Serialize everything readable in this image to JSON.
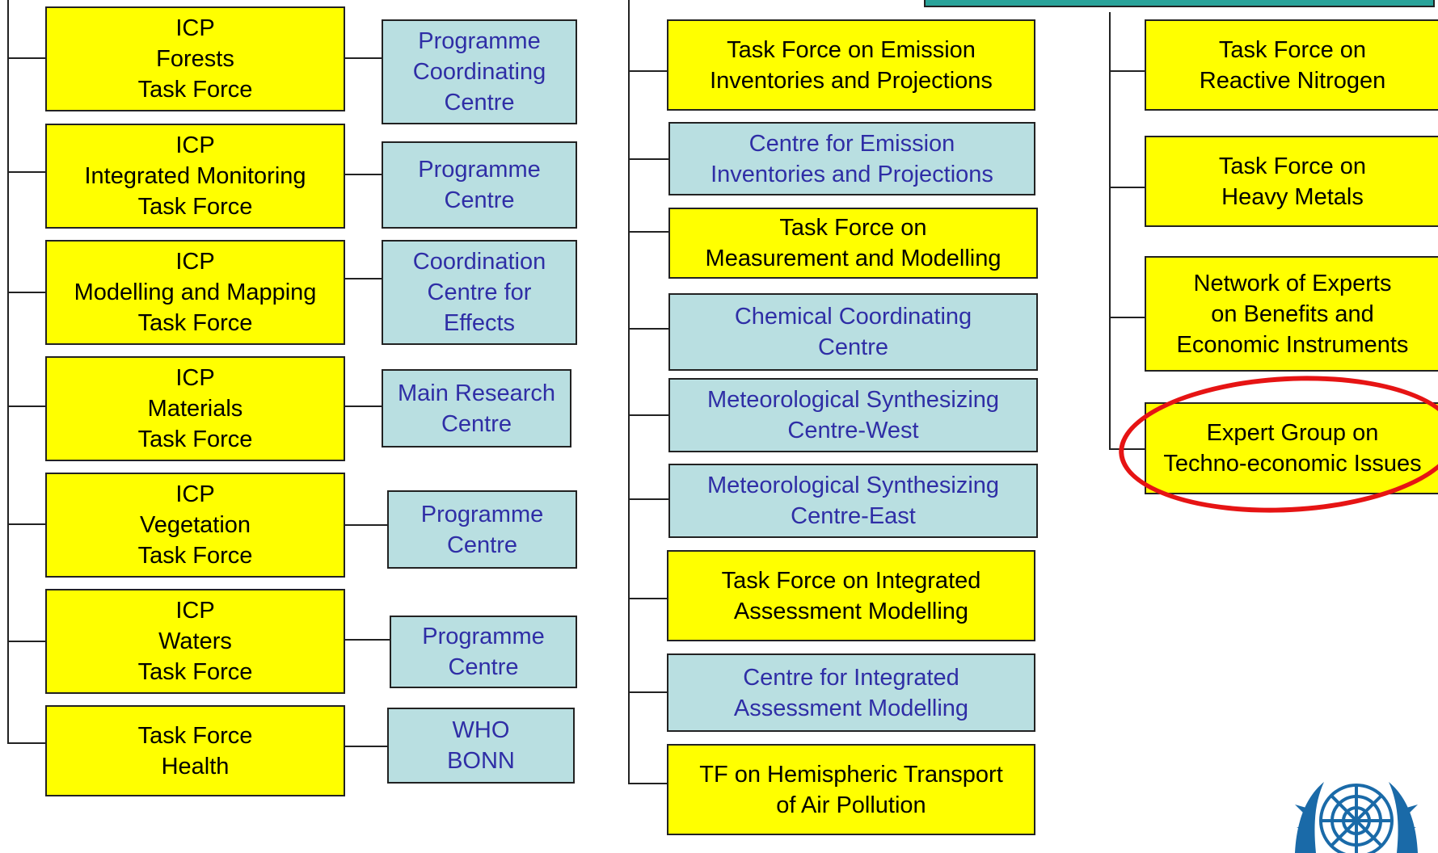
{
  "colors": {
    "task_force_fill": "#ffff00",
    "centre_fill": "#b9dfe1",
    "centre_text": "#2f2ea6",
    "highlight": "#e61414"
  },
  "column1": {
    "task_forces": [
      "ICP\nForests\nTask Force",
      "ICP\nIntegrated Monitoring\nTask Force",
      "ICP\nModelling and Mapping\nTask Force",
      "ICP\nMaterials\nTask Force",
      "ICP\nVegetation\nTask Force",
      "ICP\nWaters\nTask Force",
      "Task Force\nHealth"
    ],
    "centres": [
      "Programme\nCoordinating\nCentre",
      "Programme\nCentre",
      "Coordination\nCentre for\nEffects",
      "Main Research\nCentre",
      "Programme\nCentre",
      "Programme\nCentre",
      "WHO\nBONN"
    ]
  },
  "column2": {
    "items": [
      "Task Force on Emission\nInventories and Projections",
      "Centre for Emission\nInventories and Projections",
      "Task Force on\nMeasurement and Modelling",
      "Chemical Coordinating\nCentre",
      "Meteorological Synthesizing\nCentre-West",
      "Meteorological Synthesizing\nCentre-East",
      "Task Force on Integrated\nAssessment Modelling",
      "Centre for Integrated\nAssessment Modelling",
      "TF on Hemispheric Transport\nof Air Pollution"
    ]
  },
  "column3": {
    "items": [
      "Task Force on\nReactive Nitrogen",
      "Task Force on\nHeavy Metals",
      "Network of Experts\non Benefits and\nEconomic Instruments",
      "Expert Group on\nTechno-economic Issues"
    ]
  },
  "logo": {
    "icon": "un-emblem-icon"
  }
}
